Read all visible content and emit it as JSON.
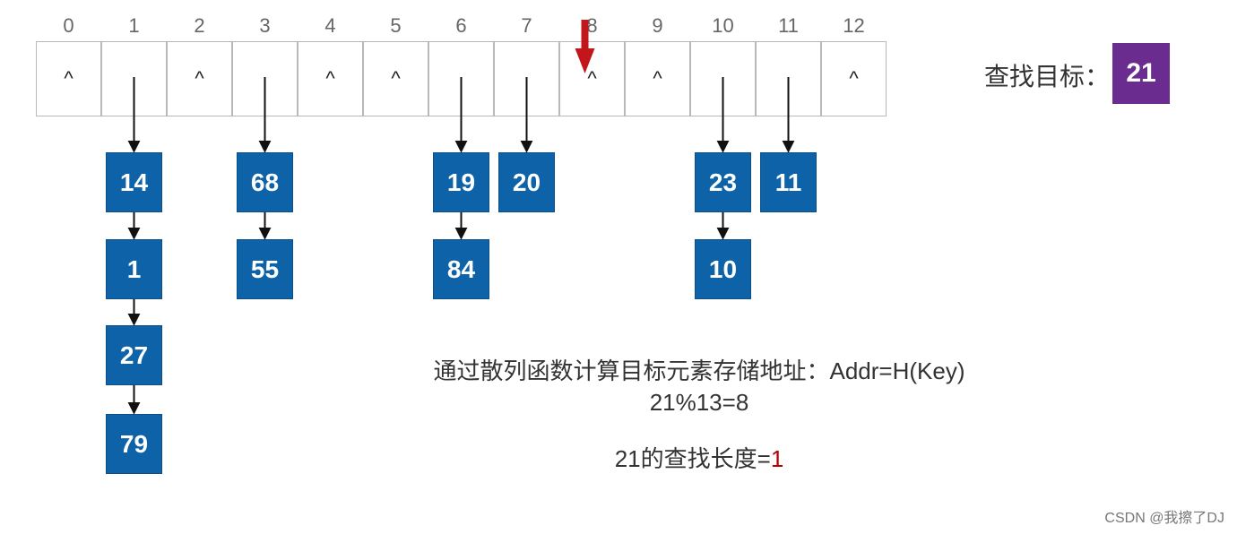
{
  "hash_table": {
    "indices": [
      "0",
      "1",
      "2",
      "3",
      "4",
      "5",
      "6",
      "7",
      "8",
      "9",
      "10",
      "11",
      "12"
    ],
    "cells": [
      "^",
      "",
      "^",
      "",
      "^",
      "^",
      "",
      "",
      "^",
      "^",
      "",
      "",
      "^"
    ],
    "pointer_index": 8
  },
  "chains": [
    {
      "slot": 1,
      "nodes": [
        "14",
        "1",
        "27",
        "79"
      ]
    },
    {
      "slot": 3,
      "nodes": [
        "68",
        "55"
      ]
    },
    {
      "slot": 6,
      "nodes": [
        "19",
        "84"
      ]
    },
    {
      "slot": 7,
      "nodes": [
        "20"
      ]
    },
    {
      "slot": 10,
      "nodes": [
        "23",
        "10"
      ]
    },
    {
      "slot": 11,
      "nodes": [
        "11"
      ]
    }
  ],
  "search": {
    "label": "查找目标：",
    "target": "21"
  },
  "explanation": {
    "line1": "通过散列函数计算目标元素存储地址：Addr=H(Key)",
    "line2": "21%13=8",
    "line3_prefix": "21的查找长度=",
    "line3_value": "1"
  },
  "watermark": "CSDN @我擦了DJ",
  "colors": {
    "node_fill": "#0e63a8",
    "target_fill": "#6b2c8f",
    "pointer": "#c0161c",
    "highlight": "#b30000"
  }
}
